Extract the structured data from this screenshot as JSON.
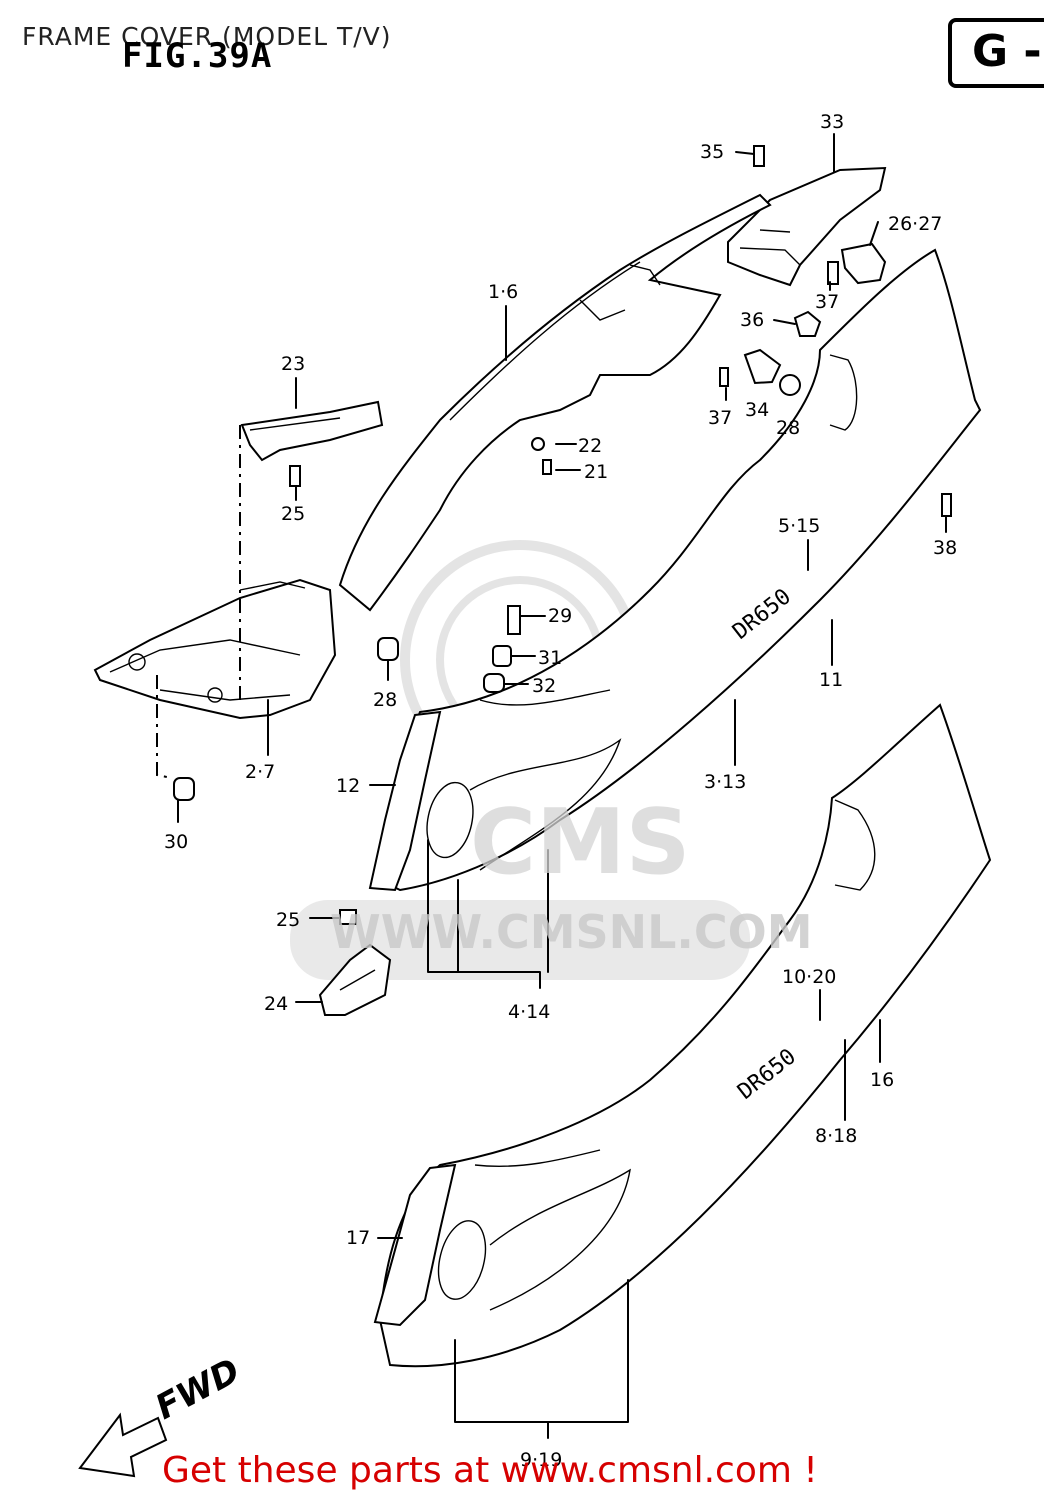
{
  "header": {
    "title": "FRAME COVER (MODEL T/V)",
    "figure": "FIG.39A",
    "group_code": "G -"
  },
  "watermark": {
    "logo": "CMS",
    "url": "WWW.CMSNL.COM"
  },
  "fwd_arrow": {
    "label": "FWD",
    "icon": "fwd-arrow-icon"
  },
  "callouts": [
    {
      "id": "c33",
      "text": "33"
    },
    {
      "id": "c35",
      "text": "35"
    },
    {
      "id": "c2627",
      "text": "26·27"
    },
    {
      "id": "c16",
      "text": "1·6"
    },
    {
      "id": "c37a",
      "text": "37"
    },
    {
      "id": "c36",
      "text": "36"
    },
    {
      "id": "c23",
      "text": "23"
    },
    {
      "id": "c37b",
      "text": "37"
    },
    {
      "id": "c34",
      "text": "34"
    },
    {
      "id": "c28a",
      "text": "28"
    },
    {
      "id": "c22",
      "text": "22"
    },
    {
      "id": "c21",
      "text": "21"
    },
    {
      "id": "c25a",
      "text": "25"
    },
    {
      "id": "c515",
      "text": "5·15"
    },
    {
      "id": "c38",
      "text": "38"
    },
    {
      "id": "c29",
      "text": "29"
    },
    {
      "id": "c31",
      "text": "31"
    },
    {
      "id": "c32",
      "text": "32"
    },
    {
      "id": "c28b",
      "text": "28"
    },
    {
      "id": "c11",
      "text": "11"
    },
    {
      "id": "c27",
      "text": "2·7"
    },
    {
      "id": "c12",
      "text": "12"
    },
    {
      "id": "c313",
      "text": "3·13"
    },
    {
      "id": "c30",
      "text": "30"
    },
    {
      "id": "c25b",
      "text": "25"
    },
    {
      "id": "c1020",
      "text": "10·20"
    },
    {
      "id": "c24",
      "text": "24"
    },
    {
      "id": "c414",
      "text": "4·14"
    },
    {
      "id": "c16b",
      "text": "16"
    },
    {
      "id": "c818",
      "text": "8·18"
    },
    {
      "id": "c17",
      "text": "17"
    },
    {
      "id": "c919",
      "text": "9·19"
    }
  ],
  "footer": {
    "cta": "Get these parts at www.cmsnl.com !"
  }
}
